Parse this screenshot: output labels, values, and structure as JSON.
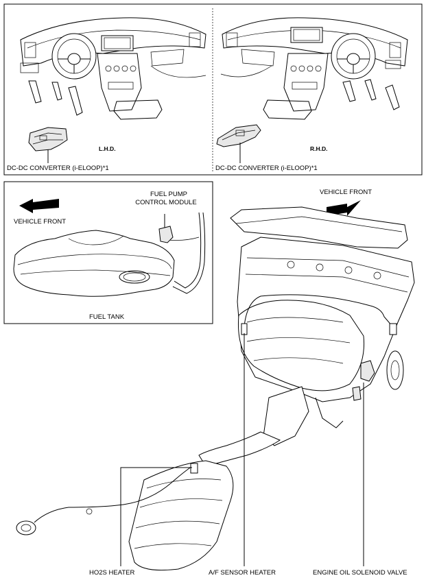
{
  "panels": {
    "top_left": {
      "hand_label": "L.H.D.",
      "component_label": "DC-DC CONVERTER (i-ELOOP)*1"
    },
    "top_right": {
      "hand_label": "R.H.D.",
      "component_label": "DC-DC CONVERTER (i-ELOOP)*1"
    },
    "fuel_tank": {
      "vehicle_front_label": "VEHICLE FRONT",
      "module_label_line1": "FUEL PUMP",
      "module_label_line2": "CONTROL MODULE",
      "tank_label": "FUEL TANK"
    },
    "engine": {
      "vehicle_front_label": "VEHICLE FRONT",
      "ho2s_label": "HO2S HEATER",
      "af_sensor_label": "A/F SENSOR HEATER",
      "oil_solenoid_label": "ENGINE OIL SOLENOID VALVE"
    }
  },
  "icons": [
    "lhd-dashboard-drawing",
    "rhd-dashboard-drawing",
    "dcdc-converter-drawing",
    "fuel-tank-drawing",
    "fuel-pump-module-drawing",
    "engine-drawing",
    "catalytic-converter-drawing",
    "ho2s-sensor-drawing",
    "vehicle-front-arrow-icon"
  ]
}
